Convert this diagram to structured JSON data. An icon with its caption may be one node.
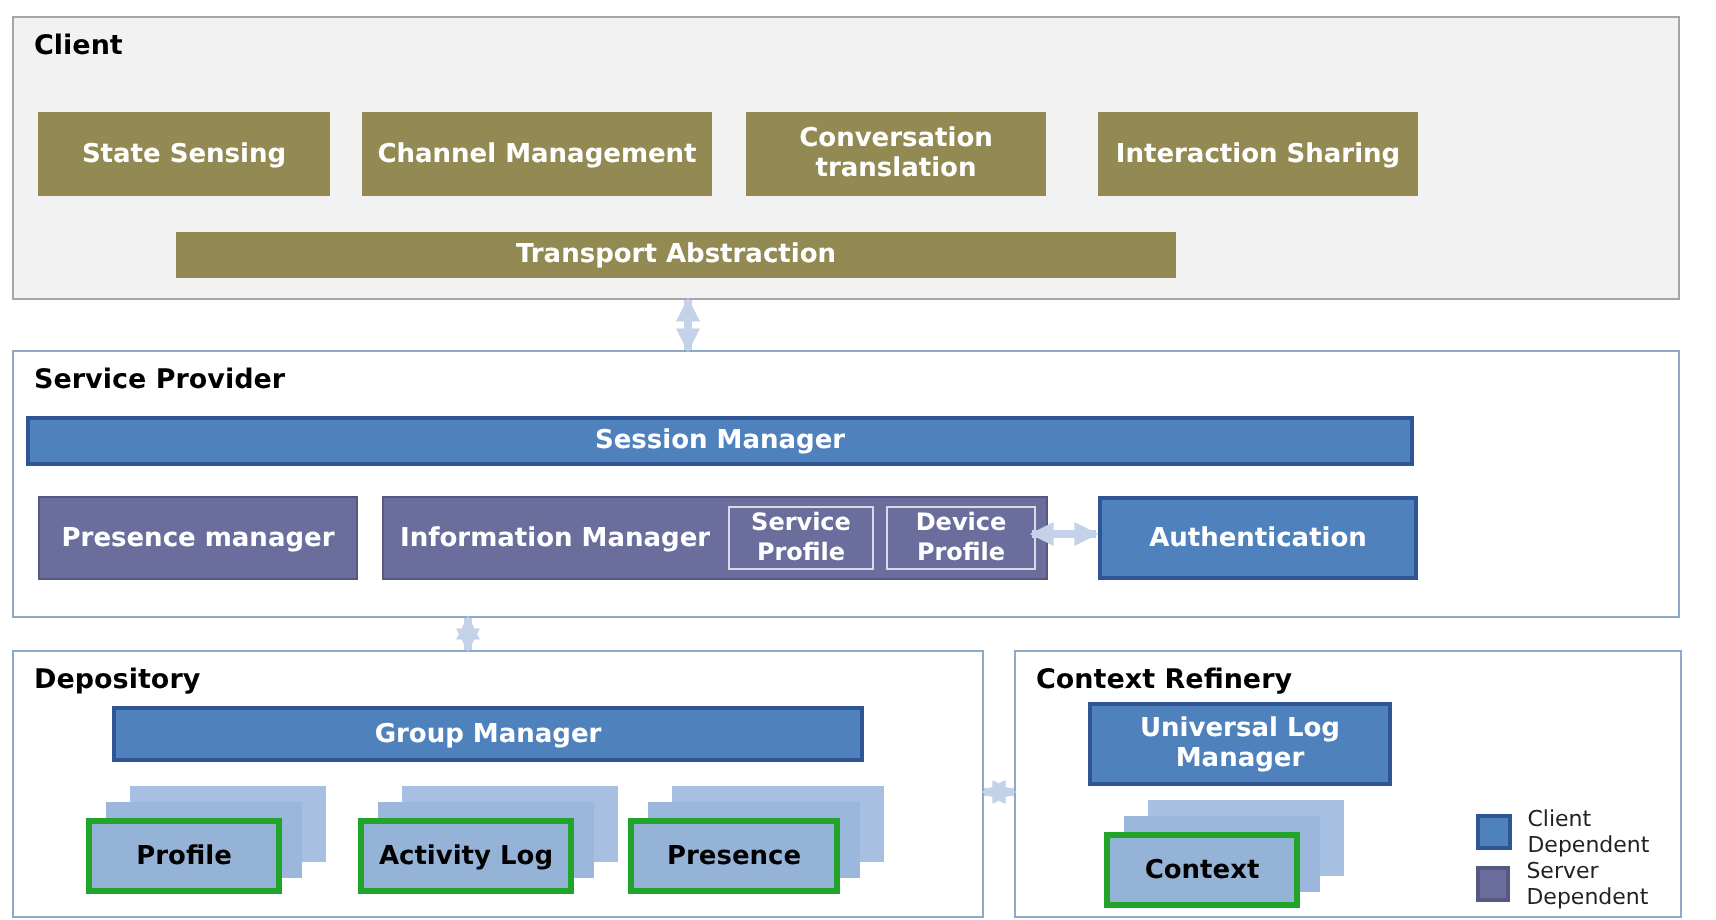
{
  "diagram": {
    "nodes": [
      {
        "text": [
          "Client"
        ]
      },
      {
        "text": [
          "State Sensing"
        ],
        "in": 0
      },
      {
        "text": [
          "Channel Management"
        ],
        "in": 0
      },
      {
        "text": [
          "Conversation translation"
        ],
        "in": 0
      },
      {
        "text": [
          "Interaction Sharing"
        ],
        "in": 0
      },
      {
        "text": [
          "Transport Abstraction"
        ],
        "in": 0
      },
      {
        "text": [
          "Service Provider"
        ]
      },
      {
        "text": [
          "Session Manager"
        ],
        "in": 6
      },
      {
        "text": [
          "Presence manager"
        ],
        "in": 6
      },
      {
        "text": [
          "Information Manager"
        ],
        "in": 6
      },
      {
        "text": [
          "Service Profile"
        ],
        "in": 9
      },
      {
        "text": [
          "Device Profile"
        ],
        "in": 9
      },
      {
        "text": [
          "Authentication"
        ],
        "in": 6
      },
      {
        "text": [
          "Depository"
        ]
      },
      {
        "text": [
          "Group Manager"
        ],
        "in": 13
      },
      {
        "text": [
          "Profile"
        ],
        "in": 13
      },
      {
        "text": [
          "Activity Log"
        ],
        "in": 13
      },
      {
        "text": [
          "Presence"
        ],
        "in": 13
      },
      {
        "text": [
          "Context Refinery"
        ]
      },
      {
        "text": [
          "Universal Log Manager"
        ],
        "in": 18
      },
      {
        "text": [
          "Context"
        ],
        "in": 18
      }
    ],
    "edges": [
      {
        "from": 0,
        "to": 6,
        "arrow": "both"
      },
      {
        "from": 11,
        "to": 12,
        "arrow": "both"
      },
      {
        "from": 6,
        "to": 13,
        "arrow": "both"
      },
      {
        "from": 13,
        "to": 18,
        "arrow": "both"
      }
    ],
    "legend": [
      {
        "text": "Client Dependent",
        "color": "#4f81bd"
      },
      {
        "text": "Server Dependent",
        "color": "#6b6e9c"
      }
    ]
  }
}
